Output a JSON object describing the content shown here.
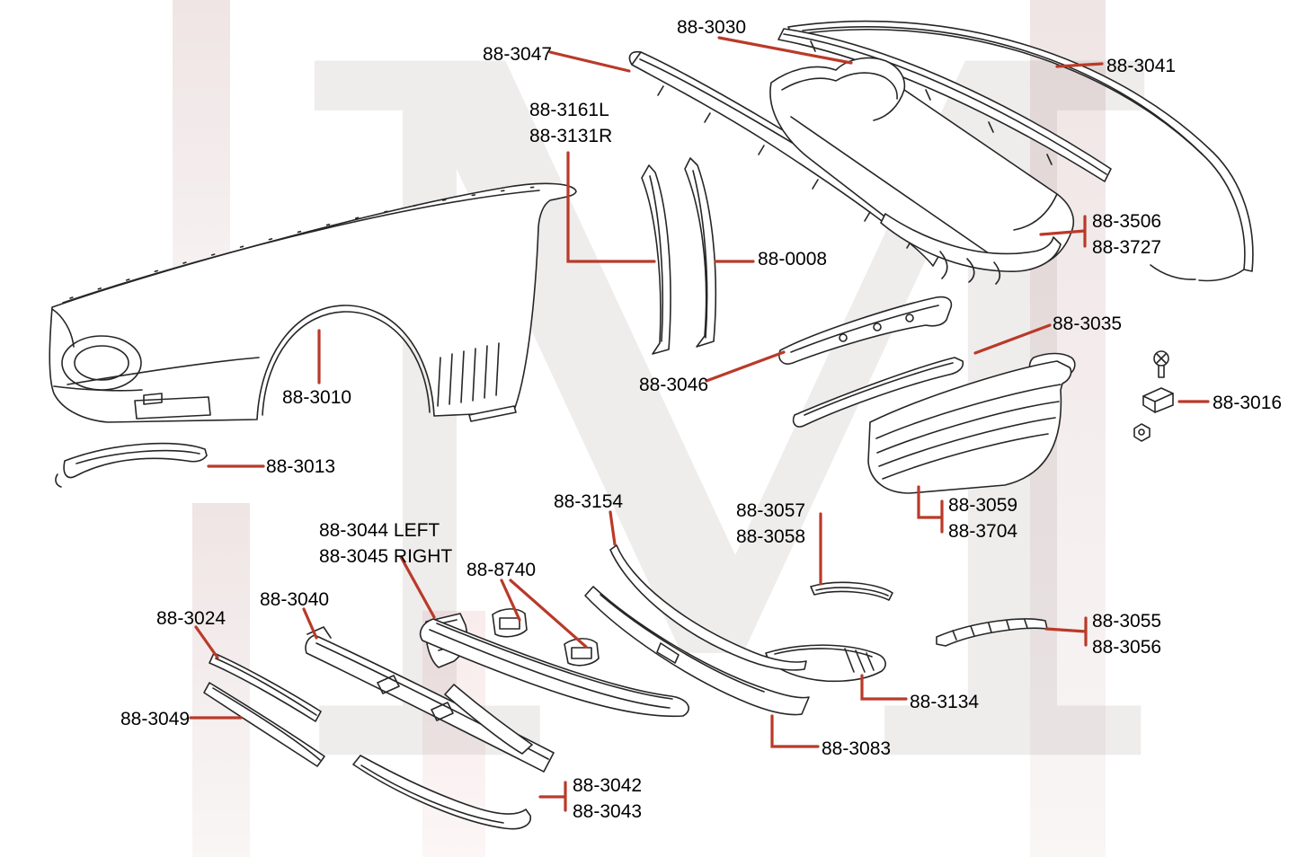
{
  "diagram": {
    "type": "exploded-parts-diagram",
    "colors": {
      "background": "#ffffff",
      "leader_line": "#b93a29",
      "line_art": "#262626",
      "label_text": "#000000",
      "watermark": "#ece2e2"
    },
    "labels": {
      "l3030": {
        "lines": [
          "88-3030"
        ]
      },
      "l3047": {
        "lines": [
          "88-3047"
        ]
      },
      "l3041": {
        "lines": [
          "88-3041"
        ]
      },
      "l3161": {
        "lines": [
          "88-3161L",
          "88-3131R"
        ]
      },
      "l0008": {
        "lines": [
          "88-0008"
        ]
      },
      "l3506": {
        "lines": [
          "88-3506",
          "88-3727"
        ]
      },
      "l3035": {
        "lines": [
          "88-3035"
        ]
      },
      "l3046": {
        "lines": [
          "88-3046"
        ]
      },
      "l3016": {
        "lines": [
          "88-3016"
        ]
      },
      "l3010": {
        "lines": [
          "88-3010"
        ]
      },
      "l3013": {
        "lines": [
          "88-3013"
        ]
      },
      "l3154": {
        "lines": [
          "88-3154"
        ]
      },
      "l3057": {
        "lines": [
          "88-3057",
          "88-3058"
        ]
      },
      "l3059": {
        "lines": [
          "88-3059",
          "88-3704"
        ]
      },
      "l3044": {
        "lines": [
          "88-3044 LEFT",
          "88-3045 RIGHT"
        ]
      },
      "l8740": {
        "lines": [
          "88-8740"
        ]
      },
      "l3040": {
        "lines": [
          "88-3040"
        ]
      },
      "l3024": {
        "lines": [
          "88-3024"
        ]
      },
      "l3055": {
        "lines": [
          "88-3055",
          "88-3056"
        ]
      },
      "l3134": {
        "lines": [
          "88-3134"
        ]
      },
      "l3049": {
        "lines": [
          "88-3049"
        ]
      },
      "l3083": {
        "lines": [
          "88-3083"
        ]
      },
      "l3042": {
        "lines": [
          "88-3042",
          "88-3043"
        ]
      }
    }
  }
}
